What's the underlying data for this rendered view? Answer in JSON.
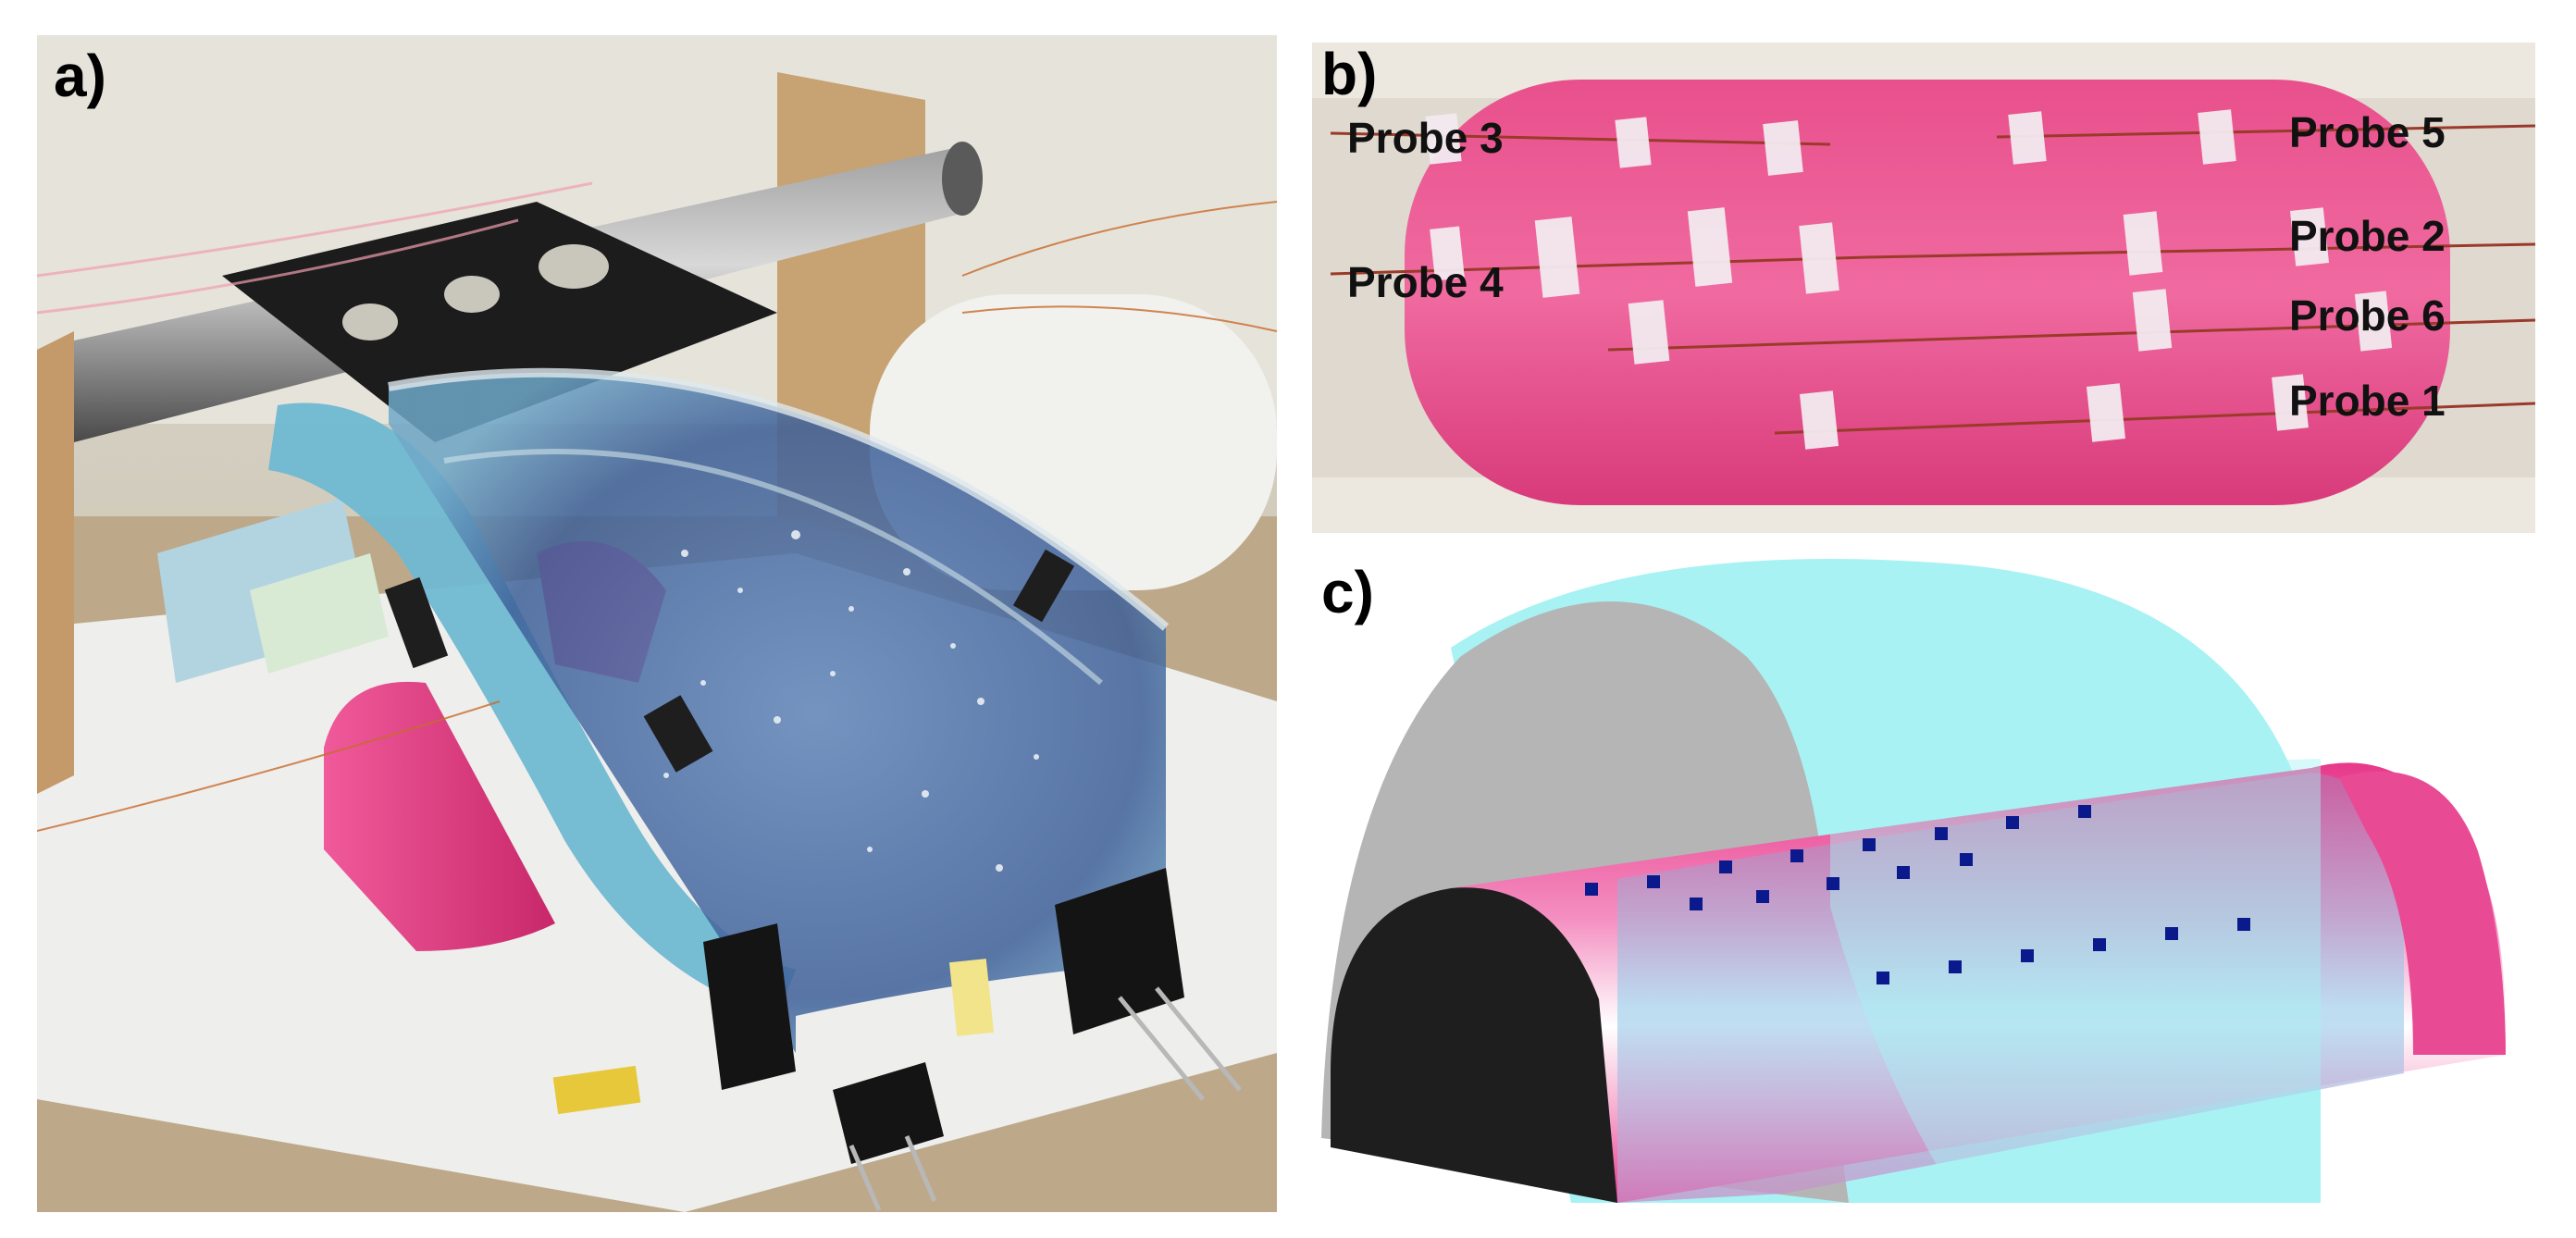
{
  "figure": {
    "panels": [
      {
        "id": "a",
        "label": "a)",
        "content": "photo"
      },
      {
        "id": "b",
        "label": "b)",
        "content": "photo",
        "probes": [
          {
            "label": "Probe 3"
          },
          {
            "label": "Probe 4"
          },
          {
            "label": "Probe 5"
          },
          {
            "label": "Probe 2"
          },
          {
            "label": "Probe 6"
          },
          {
            "label": "Probe 1"
          }
        ]
      },
      {
        "id": "c",
        "label": "c)",
        "content": "3d-render"
      }
    ],
    "colors": {
      "foam_pink": "#e8407a",
      "applicator_cyan": "#aef3f5",
      "gray_cap": "#b4b4b4",
      "probe_marker": "#0a1a8c",
      "black_end": "#1a1a1a"
    }
  }
}
